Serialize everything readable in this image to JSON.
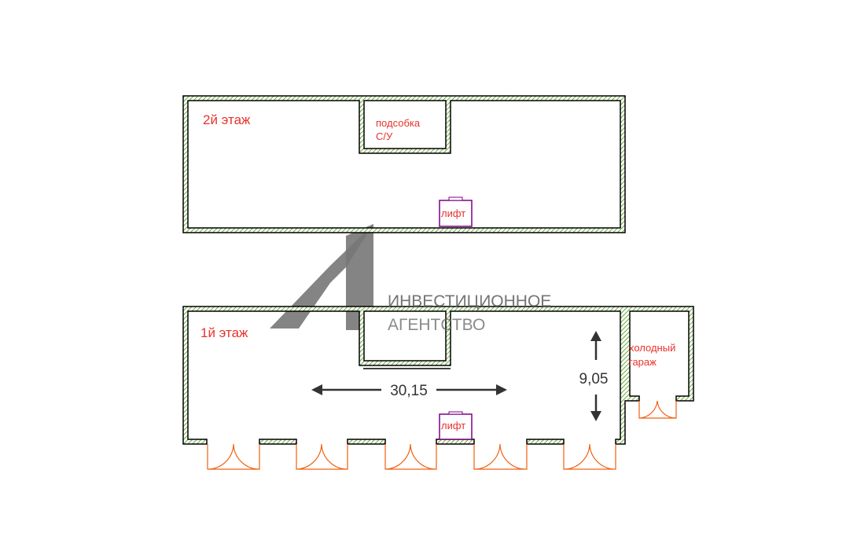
{
  "floor2": {
    "label": "2й этаж",
    "room_label_1": "подсобка",
    "room_label_2": "С/У",
    "lift": "лифт"
  },
  "floor1": {
    "label": "1й этаж",
    "lift": "лифт",
    "garage_label_1": "холодный",
    "garage_label_2": "гараж",
    "length": "30,15",
    "width": "9,05"
  },
  "logo": {
    "line1": "ИНВЕСТИЦИОННОЕ",
    "line2": "АГЕНТСТВО"
  },
  "colors": {
    "wall_hatch": "#6aaa3a",
    "text": "#e8322c",
    "lift": "#800080",
    "door": "#f06010"
  }
}
